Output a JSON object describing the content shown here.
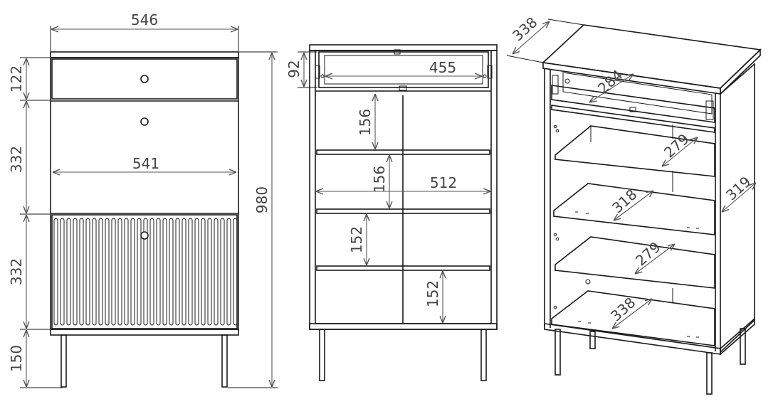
{
  "views": {
    "front_closed": {
      "width_top": "546",
      "height_top_drawer": "122",
      "height_middle": "332",
      "width_inner": "541",
      "height_bottom": "332",
      "height_total": "980",
      "height_legs": "150"
    },
    "front_open": {
      "drawer_height": "92",
      "drawer_width": "455",
      "shelf_gap_1": "156",
      "shelf_gap_2": "156",
      "inner_width": "512",
      "shelf_gap_3": "152",
      "shelf_gap_4": "152"
    },
    "perspective": {
      "depth_top": "338",
      "drawer_depth": "284",
      "shelf_depth_1": "279",
      "side_depth": "319",
      "shelf_depth_2": "318",
      "shelf_depth_3": "279",
      "bottom_depth": "338"
    }
  },
  "colors": {
    "line": "#1a1a1a",
    "dimension": "#555555",
    "background": "#ffffff"
  }
}
